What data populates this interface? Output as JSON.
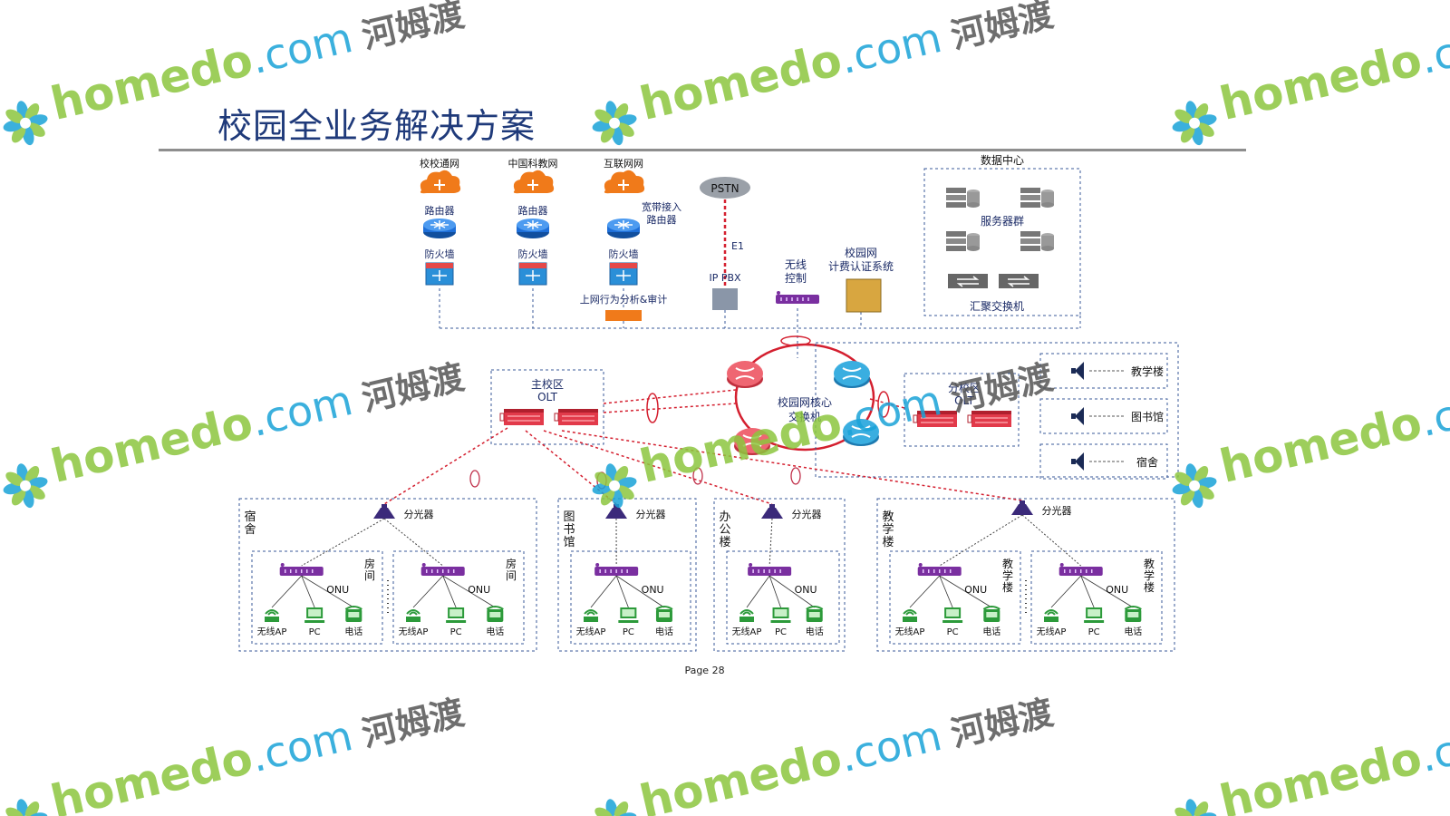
{
  "title": "校园全业务解决方案",
  "page_label": "Page 28",
  "colors": {
    "title": "#1f3a7a",
    "router": "#1e6fd9",
    "cloud": "#f07a1a",
    "firewall": "#2a8fd8",
    "olt": "#e23a4a",
    "onu": "#7a2fa0",
    "device": "#2c9a3a",
    "link": "#d41f2f",
    "dash": "#3a5a9a"
  },
  "top_networks": [
    {
      "label": "校校通网",
      "device": "路由器"
    },
    {
      "label": "中国科教网",
      "device": "路由器"
    },
    {
      "label": "互联网网",
      "device": "宽带接入路由器"
    }
  ],
  "firewall_label": "防火墙",
  "audit_label": "上网行为分析&审计",
  "pstn_label": "PSTN",
  "e1_label": "E1",
  "ippbx_label": "IP PBX",
  "wireless_ctrl_label": "无线控制器",
  "auth_system_label": "校园网计费认证系统",
  "datacenter": {
    "label": "数据中心",
    "servers_label": "服务器群",
    "aggregation_label": "汇聚交换机"
  },
  "core_switch_label": "校园网核心交换机",
  "main_olt_label": "主校区OLT",
  "branch_olt_label": "分校区OLT",
  "branch_buildings": [
    "教学楼",
    "图书馆",
    "宿舍"
  ],
  "splitter_label": "分光器",
  "onu_label": "ONU",
  "end_devices": [
    "无线AP",
    "PC",
    "电话"
  ],
  "zones": [
    {
      "name": "宿舍",
      "sub": "房间",
      "units": 2
    },
    {
      "name": "图书馆",
      "units": 1
    },
    {
      "name": "办公楼",
      "units": 1
    },
    {
      "name": "教学楼",
      "sub": "教学楼",
      "units": 2
    }
  ],
  "watermark": {
    "site": "homedo",
    "tld": ".com",
    "cn": "河姆渡"
  }
}
